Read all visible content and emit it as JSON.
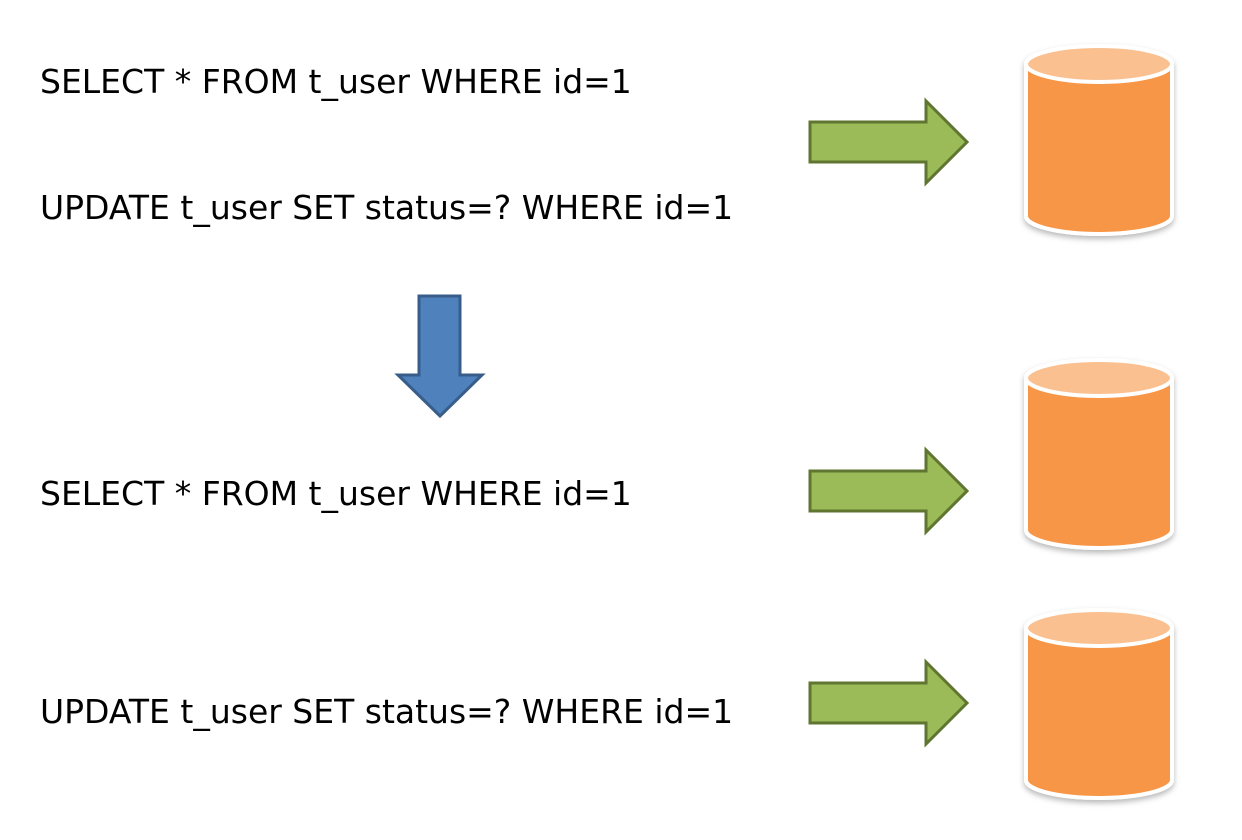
{
  "statements": {
    "group1_select": "SELECT * FROM t_user WHERE id=1",
    "group1_update": "UPDATE t_user SET status=? WHERE id=1",
    "group2_select": "SELECT * FROM t_user WHERE id=1",
    "group2_update": "UPDATE t_user SET status=? WHERE id=1"
  },
  "colors": {
    "background": "#ffffff",
    "text": "#000000",
    "arrow_right_fill": "#9bbb59",
    "arrow_right_stroke": "#5f7530",
    "arrow_down_fill": "#4f81bd",
    "arrow_down_stroke": "#385d8a",
    "database_body": "#f79646",
    "database_top": "#fac090",
    "database_outline": "#ffffff"
  },
  "icons": {
    "database": "database-cylinder-icon",
    "arrow_right": "arrow-right-icon",
    "arrow_down": "arrow-down-icon"
  }
}
